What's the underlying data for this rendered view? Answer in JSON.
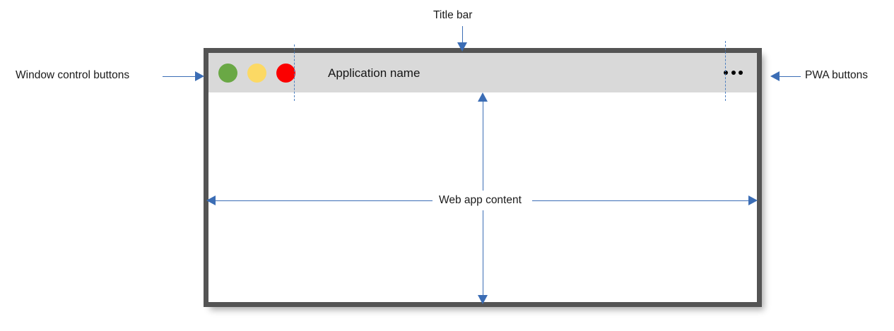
{
  "annotations": {
    "window_controls_label": "Window control buttons",
    "pwa_label": "PWA buttons",
    "title_bar_label": "Title bar",
    "web_app_content_label": "Web app content"
  },
  "window": {
    "title": "Application name",
    "title_bar": {
      "controls": [
        {
          "name": "minimize",
          "color": "#6aa845"
        },
        {
          "name": "maximize",
          "color": "#fcd964"
        },
        {
          "name": "close",
          "color": "#fb0000"
        }
      ],
      "pwa_menu_icon": "ellipsis-icon",
      "background_color": "#d9d9d9"
    },
    "content": {
      "background_color": "#ffffff"
    },
    "border_color": "#545454"
  },
  "colors": {
    "annotation_line": "#3b6db5",
    "dashed_guide": "#4a7ec0",
    "text": "#1a1a1a"
  }
}
